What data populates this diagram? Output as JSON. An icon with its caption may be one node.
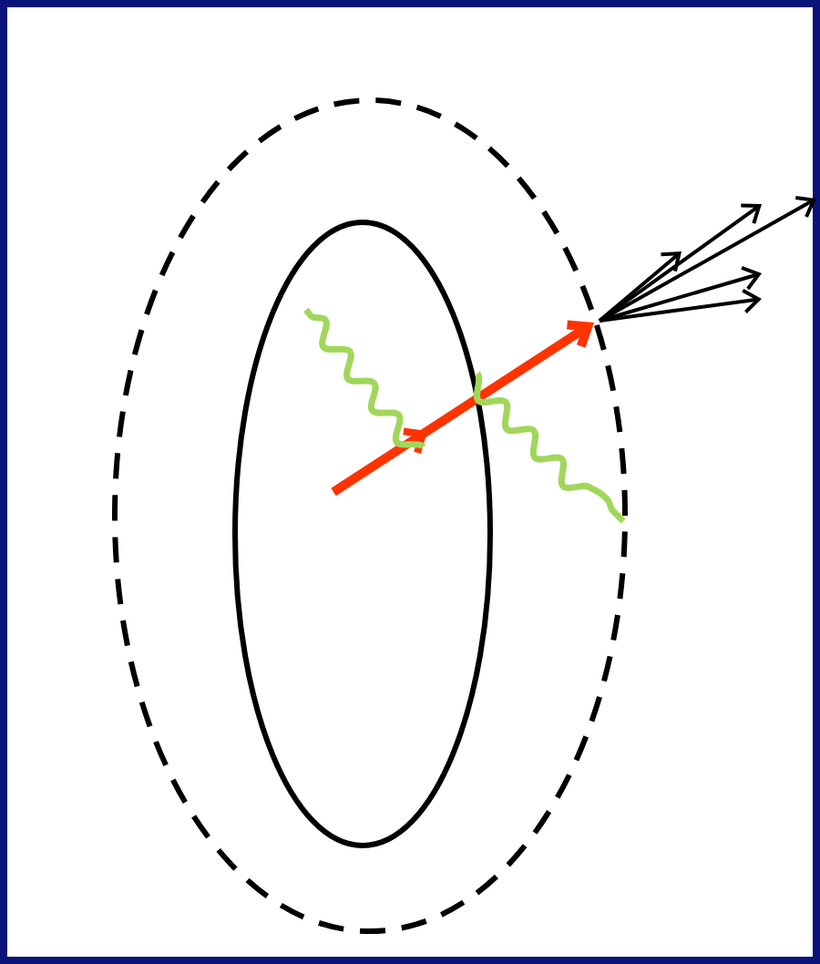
{
  "diagram": {
    "nodes": [
      {
        "text": [],
        "shape": "ellipse"
      },
      {
        "text": [],
        "shape": "ellipse",
        "in": 0
      }
    ],
    "edges": [
      {
        "from": 1,
        "to": 0,
        "arrow": "to",
        "color": "#ff3300"
      }
    ]
  }
}
